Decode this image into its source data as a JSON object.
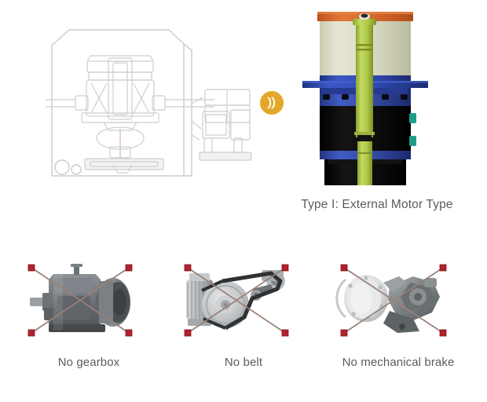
{
  "page": {
    "background": "#ffffff",
    "text_color": "#5b5c5e"
  },
  "top_section": {
    "before_figure": {
      "name": "conventional-machine-line-drawing",
      "alt": "Line drawing of conventional industrial injection machine with gearbox and motor",
      "stroke_color": "#c9cbcd"
    },
    "transition_icon": {
      "name": "double-chevron-right-icon",
      "glyph": "»",
      "circle_color": "#e3a72a",
      "glyph_color": "#ffffff"
    },
    "after_figure": {
      "name": "external-motor-assembly-render",
      "alt": "Cutaway render of external motor type direct drive assembly",
      "colors": {
        "top_cap": "#d2622a",
        "upper_body": "#d8d9c0",
        "flange": "#2f4aa8",
        "mid_body": "#3550b5",
        "lower_body": "#0a0a0a",
        "shaft": "#b4d04a",
        "connector": "#1e9e8a"
      }
    },
    "caption": "Type I: External Motor Type"
  },
  "bottom_section": {
    "marker_color": "#b3202e",
    "strike_color": "#9a8076",
    "items": [
      {
        "label": "No gearbox",
        "figure_name": "gearbox-photo",
        "alt": "Photo of an industrial gearbox crossed out"
      },
      {
        "label": "No belt",
        "figure_name": "belt-drive-photo",
        "alt": "Photo of a belt and pulley drive crossed out"
      },
      {
        "label": "No mechanical brake",
        "figure_name": "mechanical-brake-photo",
        "alt": "Photo of a mechanical brake assembly crossed out"
      }
    ]
  }
}
